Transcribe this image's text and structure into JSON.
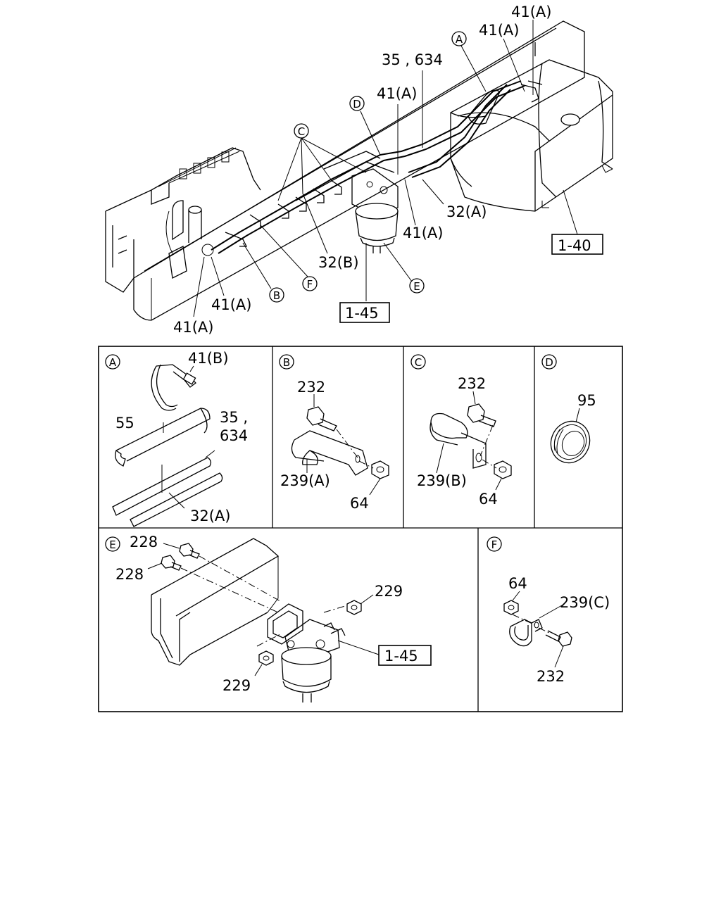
{
  "main": {
    "callouts": {
      "c41a_top1": "41(A)",
      "c41a_top2": "41(A)",
      "c35_634": "35 , 634",
      "c41a_mid": "41(A)",
      "c41a_right": "41(A)",
      "c32a": "32(A)",
      "c32b": "32(B)",
      "c41a_left1": "41(A)",
      "c41a_left2": "41(A)",
      "ref_1_40": "1-40",
      "ref_1_45": "1-45"
    },
    "letters": {
      "A": "A",
      "B": "B",
      "C": "C",
      "D": "D",
      "E": "E",
      "F": "F"
    }
  },
  "details": {
    "A": {
      "letter": "A",
      "l41b": "41(B)",
      "l55": "55",
      "l35": "35 ,",
      "l634": "634",
      "l32a": "32(A)"
    },
    "B": {
      "letter": "B",
      "l232": "232",
      "l239a": "239(A)",
      "l64": "64"
    },
    "C": {
      "letter": "C",
      "l232": "232",
      "l239b": "239(B)",
      "l64": "64"
    },
    "D": {
      "letter": "D",
      "l95": "95"
    },
    "E": {
      "letter": "E",
      "l228a": "228",
      "l228b": "228",
      "l229a": "229",
      "l229b": "229",
      "ref": "1-45"
    },
    "F": {
      "letter": "F",
      "l64": "64",
      "l239c": "239(C)",
      "l232": "232"
    }
  }
}
